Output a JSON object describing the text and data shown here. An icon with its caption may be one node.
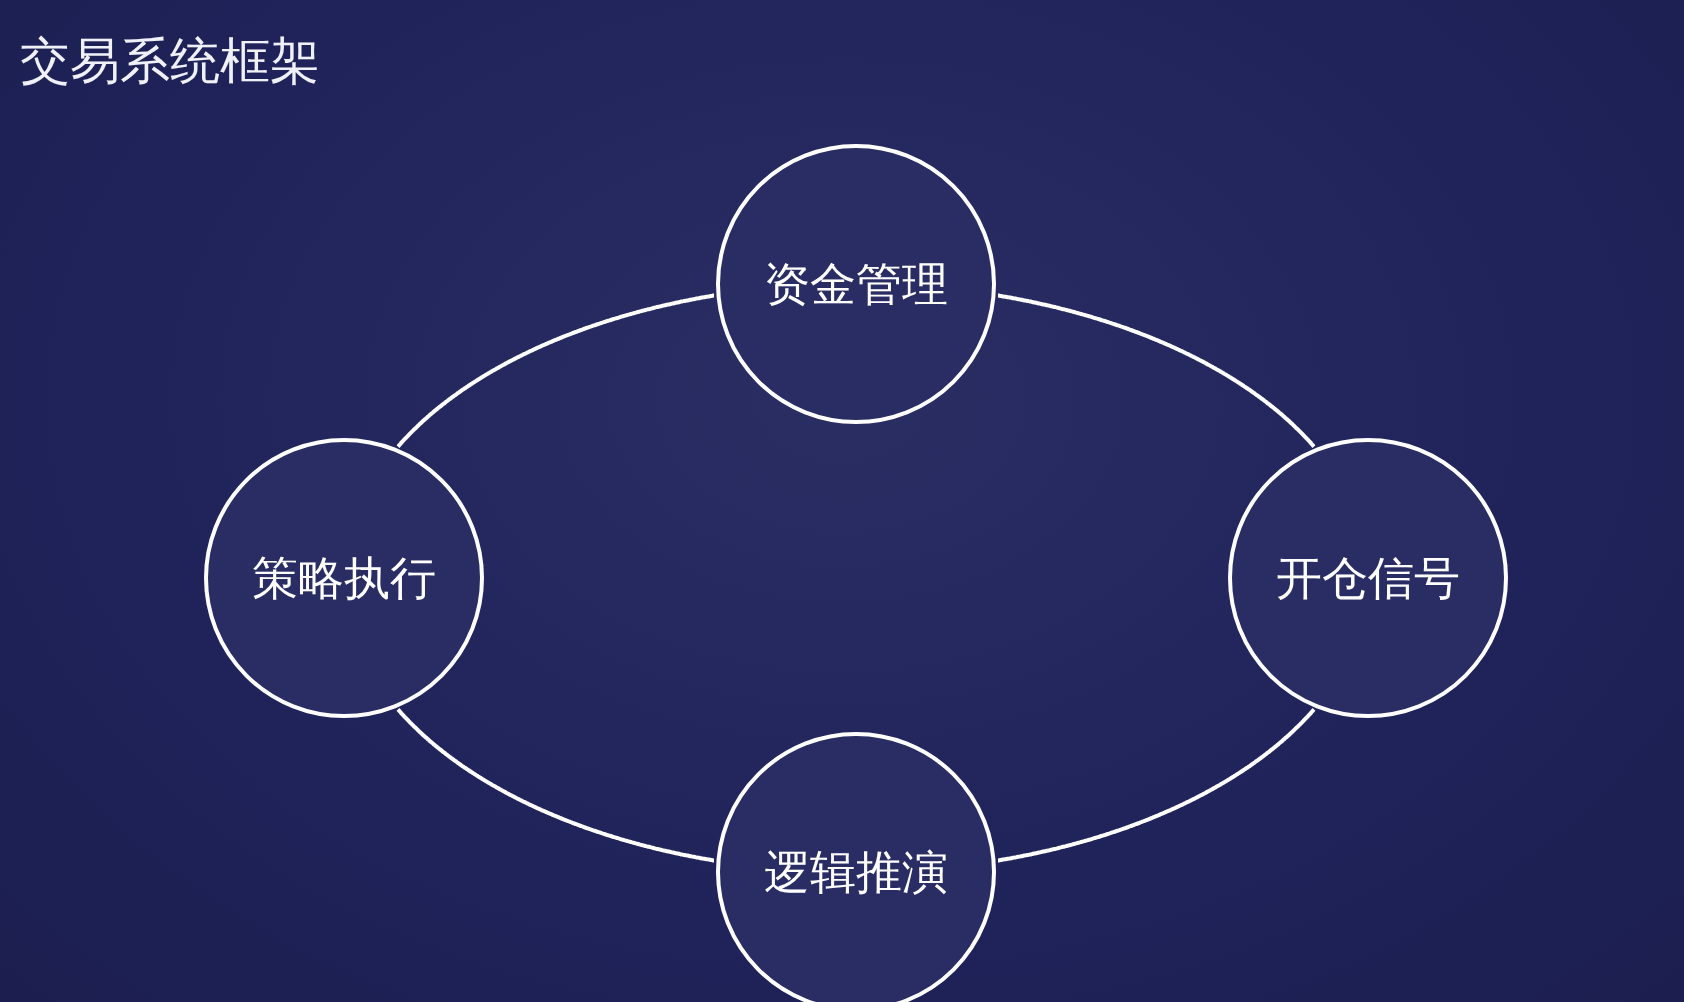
{
  "diagram": {
    "title": "交易系统框架",
    "nodes": [
      {
        "text": [
          "资金管理"
        ]
      },
      {
        "text": [
          "策略执行"
        ]
      },
      {
        "text": [
          "开仓信号"
        ]
      },
      {
        "text": [
          "逻辑推演"
        ]
      }
    ],
    "edges": [
      {
        "from": 0,
        "to": 2,
        "arrow": "none"
      },
      {
        "from": 2,
        "to": 3,
        "arrow": "none"
      },
      {
        "from": 3,
        "to": 1,
        "arrow": "none"
      },
      {
        "from": 1,
        "to": 0,
        "arrow": "none"
      }
    ]
  }
}
